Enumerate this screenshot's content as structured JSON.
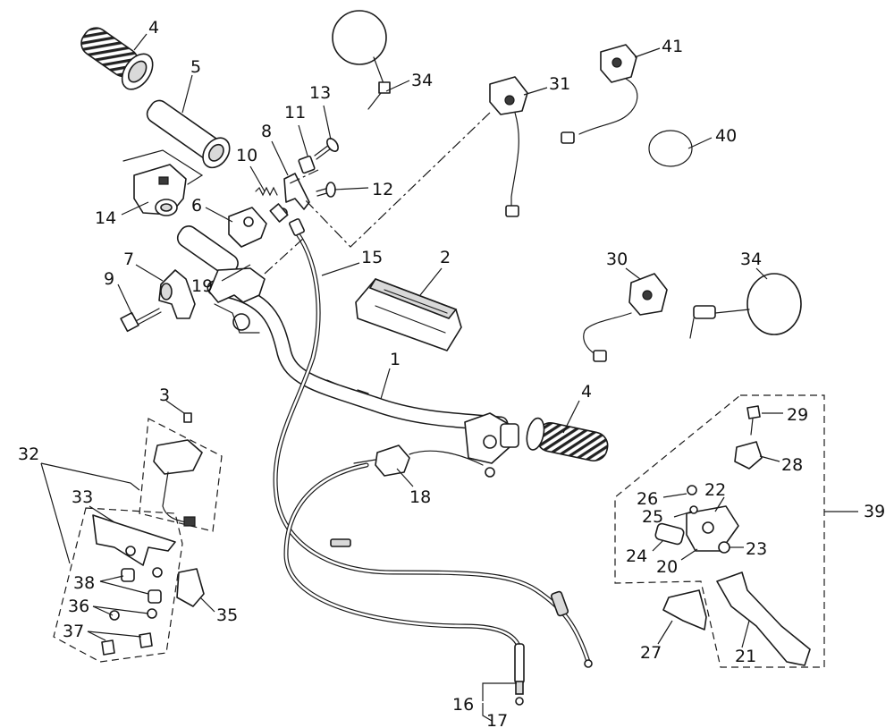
{
  "callouts": [
    {
      "id": "c4a",
      "text": "4"
    },
    {
      "id": "c5",
      "text": "5"
    },
    {
      "id": "c34a",
      "text": "34"
    },
    {
      "id": "c13",
      "text": "13"
    },
    {
      "id": "c11",
      "text": "11"
    },
    {
      "id": "c8",
      "text": "8"
    },
    {
      "id": "c10",
      "text": "10"
    },
    {
      "id": "c12",
      "text": "12"
    },
    {
      "id": "c14",
      "text": "14"
    },
    {
      "id": "c6",
      "text": "6"
    },
    {
      "id": "c7",
      "text": "7"
    },
    {
      "id": "c9",
      "text": "9"
    },
    {
      "id": "c19",
      "text": "19"
    },
    {
      "id": "c15",
      "text": "15"
    },
    {
      "id": "c2",
      "text": "2"
    },
    {
      "id": "c31",
      "text": "31"
    },
    {
      "id": "c41",
      "text": "41"
    },
    {
      "id": "c40",
      "text": "40"
    },
    {
      "id": "c30",
      "text": "30"
    },
    {
      "id": "c34b",
      "text": "34"
    },
    {
      "id": "c1",
      "text": "1"
    },
    {
      "id": "c4b",
      "text": "4"
    },
    {
      "id": "c3",
      "text": "3"
    },
    {
      "id": "c32",
      "text": "32"
    },
    {
      "id": "c33",
      "text": "33"
    },
    {
      "id": "c38",
      "text": "38"
    },
    {
      "id": "c36",
      "text": "36"
    },
    {
      "id": "c37",
      "text": "37"
    },
    {
      "id": "c35",
      "text": "35"
    },
    {
      "id": "c18",
      "text": "18"
    },
    {
      "id": "c16",
      "text": "16"
    },
    {
      "id": "c17",
      "text": "17"
    },
    {
      "id": "c29",
      "text": "29"
    },
    {
      "id": "c28",
      "text": "28"
    },
    {
      "id": "c26",
      "text": "26"
    },
    {
      "id": "c22",
      "text": "22"
    },
    {
      "id": "c25",
      "text": "25"
    },
    {
      "id": "c24",
      "text": "24"
    },
    {
      "id": "c20",
      "text": "20"
    },
    {
      "id": "c23",
      "text": "23"
    },
    {
      "id": "c39",
      "text": "39"
    },
    {
      "id": "c27",
      "text": "27"
    },
    {
      "id": "c21",
      "text": "21"
    }
  ]
}
